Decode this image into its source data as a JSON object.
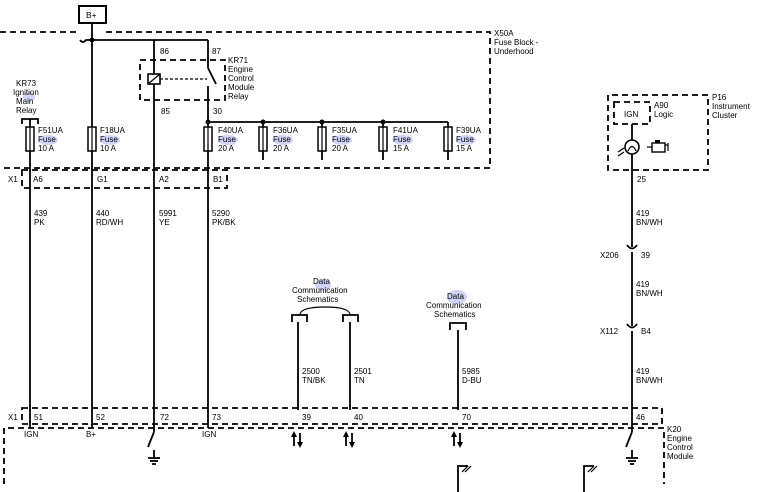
{
  "power_source": "B+",
  "fuse_block": {
    "id": "X50A",
    "line1": "Fuse Block -",
    "line2": "Underhood"
  },
  "instrument_cluster": {
    "id": "P16",
    "line1": "Instrument",
    "line2": "Cluster",
    "logic_id": "A90",
    "logic_name": "Logic",
    "ign": "IGN",
    "terminal": "25"
  },
  "ecm": {
    "id": "K20",
    "line1": "Engine",
    "line2": "Control",
    "line3": "Module"
  },
  "relays": [
    {
      "id": "KR73",
      "lines": [
        "Ignition",
        "Main",
        "Relay"
      ]
    },
    {
      "id": "KR71",
      "lines": [
        "Engine",
        "Control",
        "Module",
        "Relay"
      ],
      "pins": [
        "86",
        "87",
        "85",
        "30"
      ]
    }
  ],
  "fuses": [
    {
      "id": "F51UA",
      "type": "Fuse",
      "rating": "10 A"
    },
    {
      "id": "F18UA",
      "type": "Fuse",
      "rating": "10 A"
    },
    {
      "id": "F40UA",
      "type": "Fuse",
      "rating": "20 A"
    },
    {
      "id": "F36UA",
      "type": "Fuse",
      "rating": "20 A"
    },
    {
      "id": "F35UA",
      "type": "Fuse",
      "rating": "20 A"
    },
    {
      "id": "F41UA",
      "type": "Fuse",
      "rating": "15 A"
    },
    {
      "id": "F39UA",
      "type": "Fuse",
      "rating": "15 A"
    }
  ],
  "x1_top": {
    "conn": "X1",
    "pins": [
      "A6",
      "G1",
      "A2",
      "B1"
    ]
  },
  "wires": [
    {
      "num": "439",
      "color": "PK"
    },
    {
      "num": "440",
      "color": "RD/WH"
    },
    {
      "num": "5991",
      "color": "YE"
    },
    {
      "num": "5290",
      "color": "PK/BK"
    },
    {
      "num": "2500",
      "color": "TN/BK"
    },
    {
      "num": "2501",
      "color": "TN"
    },
    {
      "num": "5985",
      "color": "D-BU"
    }
  ],
  "data_comm": [
    {
      "lines": [
        "Data",
        "Communication",
        "Schematics"
      ]
    },
    {
      "lines": [
        "Data",
        "Communication",
        "Schematics"
      ]
    }
  ],
  "cluster_wiring": [
    {
      "num": "419",
      "color": "BN/WH"
    },
    {
      "conn": "X206",
      "pin": "39"
    },
    {
      "num": "419",
      "color": "BN/WH"
    },
    {
      "conn": "X112",
      "pin": "B4"
    },
    {
      "num": "419",
      "color": "BN/WH"
    }
  ],
  "x1_bottom": {
    "conn": "X1",
    "pins": [
      "51",
      "52",
      "72",
      "73",
      "39",
      "40",
      "70",
      "46"
    ]
  },
  "ecm_inputs": [
    "IGN",
    "B+",
    "IGN"
  ]
}
